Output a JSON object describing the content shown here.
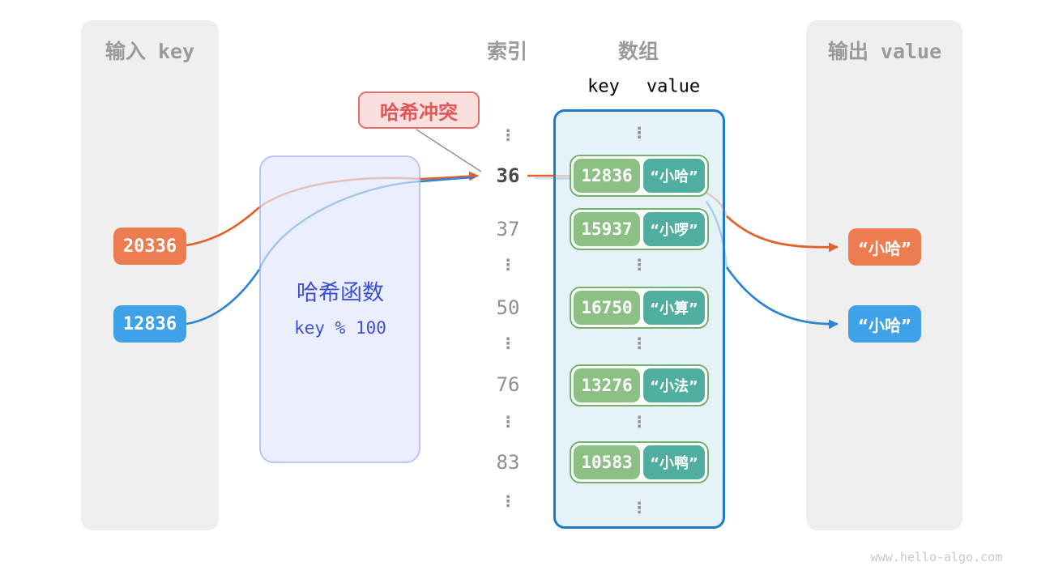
{
  "diagram": {
    "collision_label": "哈希冲突",
    "ellipsis": "⋮",
    "watermark": "www.hello-algo.com"
  },
  "input_panel": {
    "title": "输入 key",
    "keys": [
      {
        "label": "20336",
        "color": "#ED7D50"
      },
      {
        "label": "12836",
        "color": "#3FA2E9"
      }
    ]
  },
  "hash_function": {
    "title": "哈希函数",
    "formula": "key % 100"
  },
  "index_column": {
    "title": "索引",
    "items": [
      "⋮",
      "36",
      "37",
      "⋮",
      "50",
      "⋮",
      "76",
      "⋮",
      "83",
      "⋮"
    ],
    "highlighted": "36"
  },
  "array_panel": {
    "title": "数组",
    "key_header": "key",
    "value_header": "value",
    "records": [
      {
        "key": "12836",
        "value": "“小哈”"
      },
      {
        "key": "15937",
        "value": "“小啰”"
      },
      {
        "key": "16750",
        "value": "“小算”"
      },
      {
        "key": "13276",
        "value": "“小法”"
      },
      {
        "key": "10583",
        "value": "“小鸭”"
      }
    ]
  },
  "output_panel": {
    "title": "输出 value",
    "values": [
      {
        "label": "“小哈”",
        "color": "#ED7D50"
      },
      {
        "label": "“小哈”",
        "color": "#3FA2E9"
      }
    ]
  },
  "colors": {
    "arrow_orange": "#E4602B",
    "arrow_blue": "#2E86D0",
    "panel_gray": "#EFEFF0",
    "hash_box_fill": "#EBEEFC",
    "hash_box_border": "#BDC5F1",
    "hash_text": "#3B50D4",
    "collision_bg": "#FBDEDE",
    "collision_border": "#EC6B6B",
    "collision_text": "#E05858",
    "array_fill": "#E6F2FA",
    "array_border": "#1D7BCA",
    "record_border": "#72B46C",
    "record_key_green": "#8CC084",
    "record_value_teal": "#4FAE9F",
    "header_gray": "#9A9A9A",
    "key_header_green": "#57A05A",
    "value_header_teal": "#3A948C",
    "watermark_gray": "#C9C9C9"
  }
}
